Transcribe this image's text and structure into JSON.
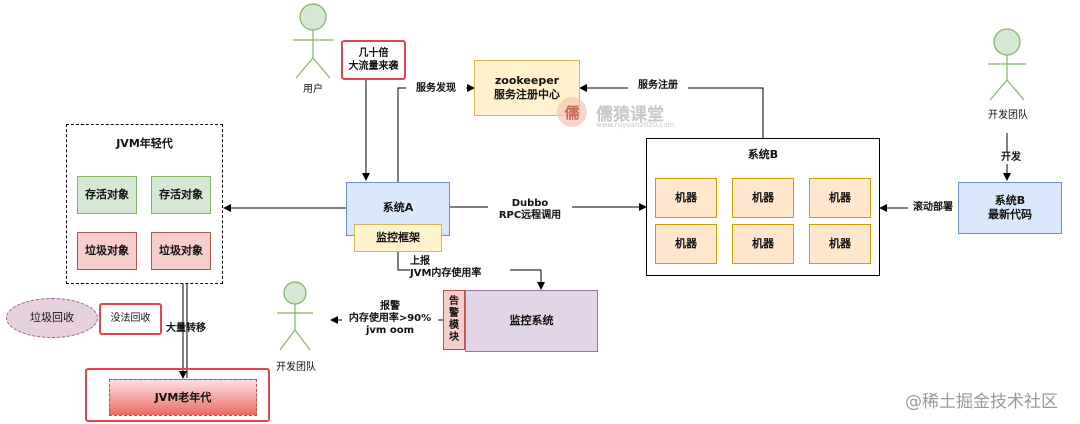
{
  "actors": {
    "user": "用户",
    "dev_team_right": "开发团队",
    "dev_team_bottom": "开发团队"
  },
  "labels": {
    "traffic": "几十倍\n大流量来袭",
    "service_discovery": "服务发现",
    "service_register": "服务注册",
    "dubbo": "Dubbo\nRPC远程调用",
    "report": "上报\nJVM内存使用率",
    "alert": "报警\n内存使用率>90%\njvm oom",
    "develop": "开发",
    "rolling_deploy": "滚动部署",
    "bulk_transfer": "大量转移",
    "not_collected": "没法回收"
  },
  "boxes": {
    "zookeeper": "zookeeper\n服务注册中心",
    "system_a": "系统A",
    "monitor_frame": "监控框架",
    "system_b": "系统B",
    "machine": "机器",
    "system_b_new": "系统B\n最新代码",
    "monitor_system": "监控系统",
    "alert_module": "告\n警\n模\n块",
    "young_gen": "JVM年轻代",
    "alive_object": "存活对象",
    "garbage_object": "垃圾对象",
    "gc": "垃圾回收",
    "old_gen": "JVM老年代"
  },
  "watermarks": {
    "center_name": "儒猿课堂",
    "center_url": "www.ruyuan2020.com",
    "center_logo": "儒",
    "bottom_right": "@稀土掘金技术社区"
  },
  "colors": {
    "highlight_red": "#e0464e"
  }
}
